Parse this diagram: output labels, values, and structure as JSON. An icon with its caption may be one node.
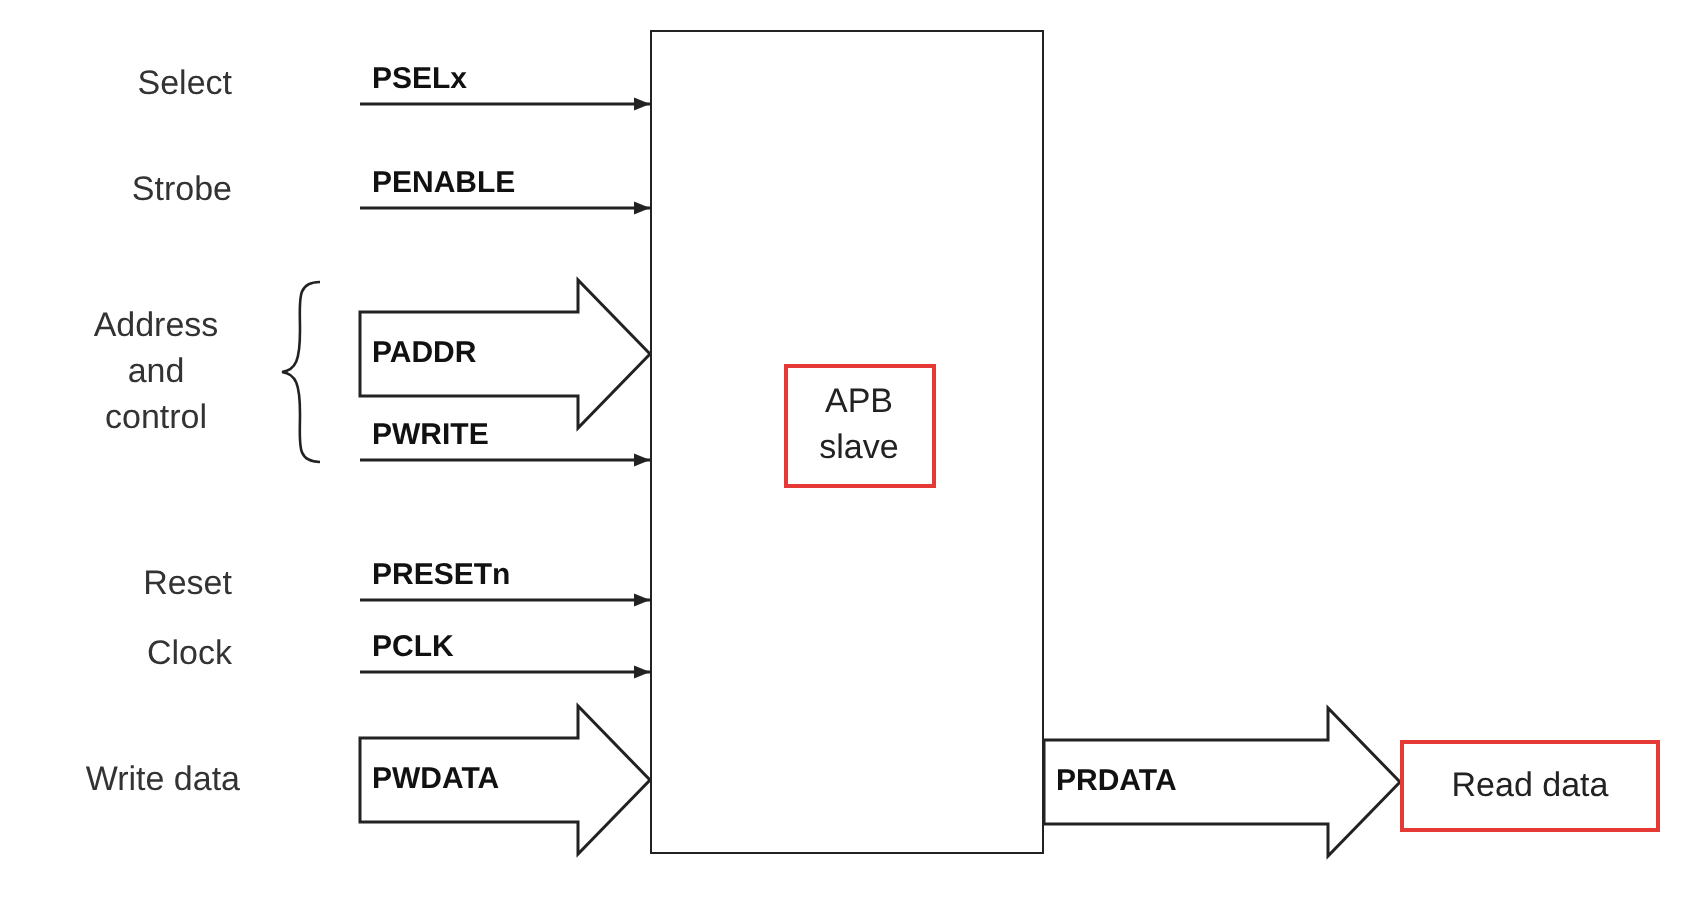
{
  "diagram": {
    "nodes": [
      {
        "text": [],
        "shape": "box"
      },
      {
        "text": [
          "APB slave"
        ],
        "in": 0
      },
      {
        "text": [
          "Read data"
        ]
      }
    ],
    "edges": [
      {
        "from": null,
        "to": 0,
        "arrow": "to",
        "label": "PSELx"
      },
      {
        "from": null,
        "to": 0,
        "arrow": "to",
        "label": "PENABLE"
      },
      {
        "from": null,
        "to": 0,
        "arrow": "to",
        "label": "PADDR",
        "style": "thick"
      },
      {
        "from": null,
        "to": 0,
        "arrow": "to",
        "label": "PWRITE"
      },
      {
        "from": null,
        "to": 0,
        "arrow": "to",
        "label": "PRESETn"
      },
      {
        "from": null,
        "to": 0,
        "arrow": "to",
        "label": "PCLK"
      },
      {
        "from": null,
        "to": 0,
        "arrow": "to",
        "label": "PWDATA",
        "style": "thick"
      },
      {
        "from": 0,
        "to": 2,
        "arrow": "to",
        "label": "PRDATA",
        "style": "thick"
      }
    ],
    "labels": [
      "Select",
      "Strobe",
      "Address and control",
      "Reset",
      "Clock",
      "Write data"
    ]
  }
}
